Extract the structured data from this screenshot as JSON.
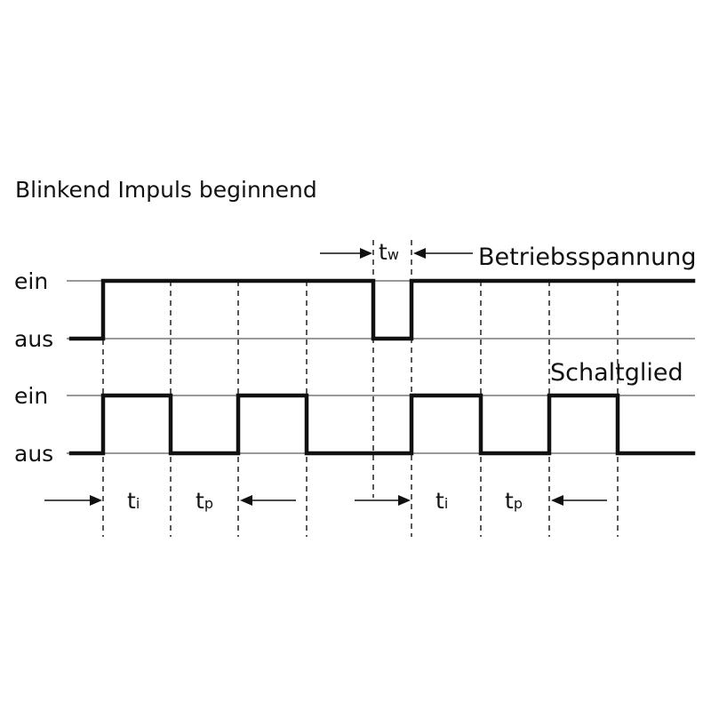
{
  "title": "Blinkend Impuls beginnend",
  "levels": {
    "upper_on": "ein",
    "upper_off": "aus",
    "lower_on": "ein",
    "lower_off": "aus"
  },
  "signals": {
    "supply": "Betriebsspannung",
    "output": "Schaltglied"
  },
  "intervals": {
    "t_w": {
      "main": "t",
      "sub": "w"
    },
    "t_i_first": {
      "main": "t",
      "sub": "i"
    },
    "t_p_first": {
      "main": "t",
      "sub": "p"
    },
    "t_i_second": {
      "main": "t",
      "sub": "i"
    },
    "t_p_second": {
      "main": "t",
      "sub": "p"
    }
  }
}
